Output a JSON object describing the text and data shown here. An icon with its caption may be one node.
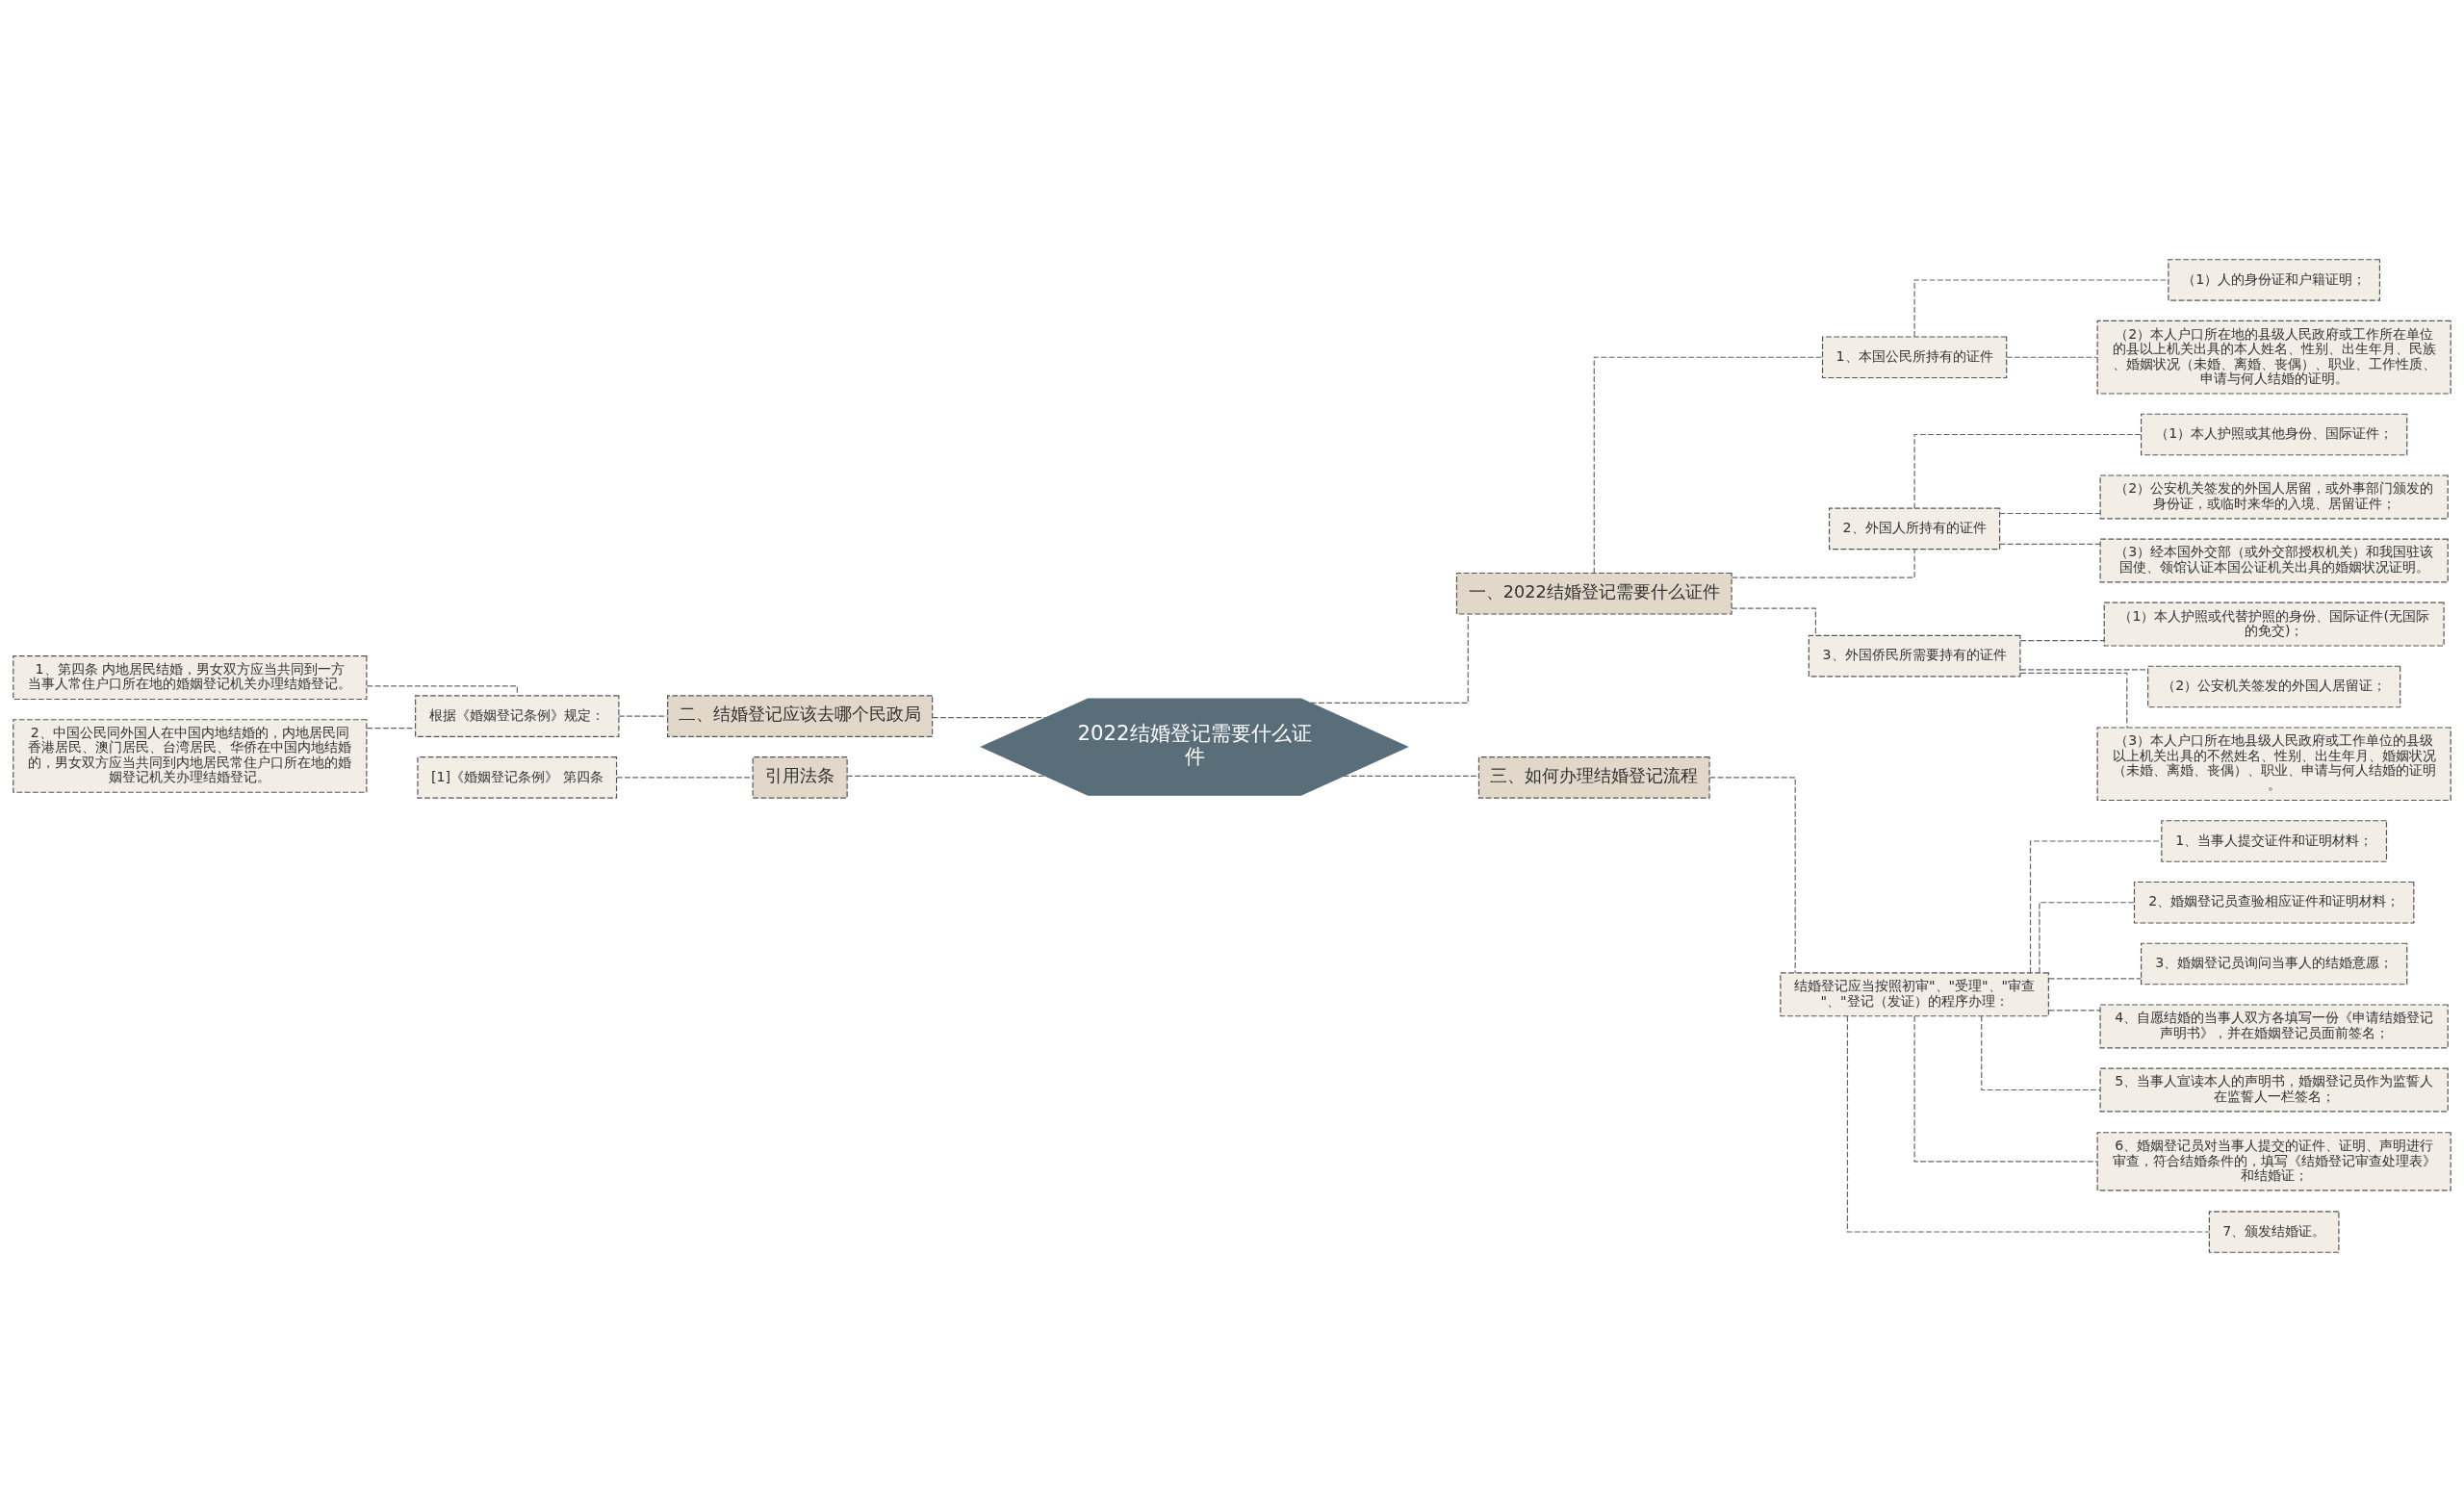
{
  "diagram": {
    "nodes": [
      {
        "text": [
          "2022结婚登记需要什么证件"
        ]
      },
      {
        "text": [
          "一、2022结婚登记需要什么证件"
        ]
      },
      {
        "text": [
          "1、本国公民所持有的证件"
        ]
      },
      {
        "text": [
          "（1）人的身份证和户籍证明；"
        ]
      },
      {
        "text": [
          "（2）本人户口所在地的县级人民政府或工作所在单位的县以上机关出具的本人姓名、性别、出生年月、民族、婚姻状况（未婚、离婚、丧偶）、职业、工作性质、申请与何人结婚的证明。"
        ]
      },
      {
        "text": [
          "2、外国人所持有的证件"
        ]
      },
      {
        "text": [
          "（1）本人护照或其他身份、国际证件；"
        ]
      },
      {
        "text": [
          "（2）公安机关签发的外国人居留，或外事部门颁发的身份证，或临时来华的入境、居留证件；"
        ]
      },
      {
        "text": [
          "（3）经本国外交部（或外交部授权机关）和我国驻该国使、领馆认证本国公证机关出具的婚姻状况证明。"
        ]
      },
      {
        "text": [
          "3、外国侨民所需要持有的证件"
        ]
      },
      {
        "text": [
          "（1）本人护照或代替护照的身份、国际证件(无国际的免交)；"
        ]
      },
      {
        "text": [
          "（2）公安机关签发的外国人居留证；"
        ]
      },
      {
        "text": [
          "（3）本人户口所在地县级人民政府或工作单位的县级以上机关出具的不然姓名、性别、出生年月、婚姻状况（未婚、离婚、丧偶）、职业、申请与何人结婚的证明。"
        ]
      },
      {
        "text": [
          "二、结婚登记应该去哪个民政局"
        ]
      },
      {
        "text": [
          "根据《婚姻登记条例》规定："
        ]
      },
      {
        "text": [
          "1、第四条 内地居民结婚，男女双方应当共同到一方当事人常住户口所在地的婚姻登记机关办理结婚登记。"
        ]
      },
      {
        "text": [
          "2、中国公民同外国人在中国内地结婚的，内地居民同香港居民、澳门居民、台湾居民、华侨在中国内地结婚的，男女双方应当共同到内地居民常住户口所在地的婚姻登记机关办理结婚登记。"
        ]
      },
      {
        "text": [
          "引用法条"
        ]
      },
      {
        "text": [
          "[1]《婚姻登记条例》 第四条"
        ]
      },
      {
        "text": [
          "三、如何办理结婚登记流程"
        ]
      },
      {
        "text": [
          "结婚登记应当按照初审\"、\"受理\"、\"审查\"、\"登记（发证）的程序办理："
        ]
      },
      {
        "text": [
          "1、当事人提交证件和证明材料；"
        ]
      },
      {
        "text": [
          "2、婚姻登记员查验相应证件和证明材料；"
        ]
      },
      {
        "text": [
          "3、婚姻登记员询问当事人的结婚意愿；"
        ]
      },
      {
        "text": [
          "4、自愿结婚的当事人双方各填写一份《申请结婚登记声明书》，并在婚姻登记员面前签名；"
        ]
      },
      {
        "text": [
          "5、当事人宣读本人的声明书，婚姻登记员作为监誓人在监誓人一栏签名；"
        ]
      },
      {
        "text": [
          "6、婚姻登记员对当事人提交的证件、证明、声明进行审查，符合结婚条件的，填写《结婚登记审查处理表》和结婚证；"
        ]
      },
      {
        "text": [
          "7、颁发结婚证。"
        ]
      }
    ],
    "edges": [
      {
        "from": 0,
        "to": 1,
        "arrow": "none"
      },
      {
        "from": 1,
        "to": 2,
        "arrow": "none"
      },
      {
        "from": 2,
        "to": 3,
        "arrow": "none"
      },
      {
        "from": 2,
        "to": 4,
        "arrow": "none"
      },
      {
        "from": 1,
        "to": 5,
        "arrow": "none"
      },
      {
        "from": 5,
        "to": 6,
        "arrow": "none"
      },
      {
        "from": 5,
        "to": 7,
        "arrow": "none"
      },
      {
        "from": 5,
        "to": 8,
        "arrow": "none"
      },
      {
        "from": 1,
        "to": 9,
        "arrow": "none"
      },
      {
        "from": 9,
        "to": 10,
        "arrow": "none"
      },
      {
        "from": 9,
        "to": 11,
        "arrow": "none"
      },
      {
        "from": 9,
        "to": 12,
        "arrow": "none"
      },
      {
        "from": 0,
        "to": 13,
        "arrow": "none"
      },
      {
        "from": 13,
        "to": 14,
        "arrow": "none"
      },
      {
        "from": 14,
        "to": 15,
        "arrow": "none"
      },
      {
        "from": 14,
        "to": 16,
        "arrow": "none"
      },
      {
        "from": 0,
        "to": 17,
        "arrow": "none"
      },
      {
        "from": 17,
        "to": 18,
        "arrow": "none"
      },
      {
        "from": 0,
        "to": 19,
        "arrow": "none"
      },
      {
        "from": 19,
        "to": 20,
        "arrow": "none"
      },
      {
        "from": 20,
        "to": 21,
        "arrow": "none"
      },
      {
        "from": 20,
        "to": 22,
        "arrow": "none"
      },
      {
        "from": 20,
        "to": 23,
        "arrow": "none"
      },
      {
        "from": 20,
        "to": 24,
        "arrow": "none"
      },
      {
        "from": 20,
        "to": 25,
        "arrow": "none"
      },
      {
        "from": 20,
        "to": 26,
        "arrow": "none"
      },
      {
        "from": 20,
        "to": 27,
        "arrow": "none"
      }
    ]
  }
}
